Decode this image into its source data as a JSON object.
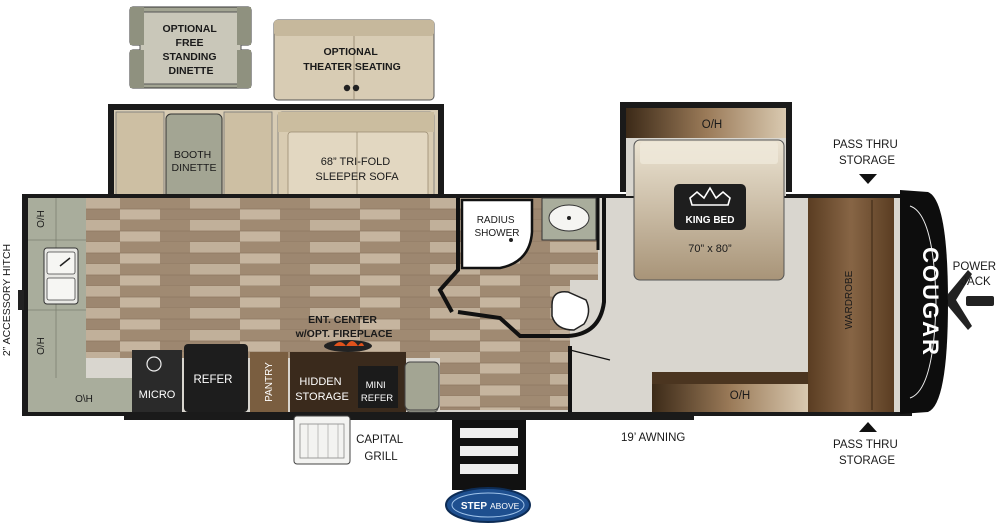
{
  "labels": {
    "optional_dinette": [
      "OPTIONAL",
      "FREE",
      "STANDING",
      "DINETTE"
    ],
    "optional_theater": [
      "OPTIONAL",
      "THEATER SEATING"
    ],
    "booth_dinette": [
      "BOOTH",
      "DINETTE"
    ],
    "sofa": [
      "68” TRI-FOLD",
      "SLEEPER SOFA"
    ],
    "radius_shower": [
      "RADIUS",
      "SHOWER"
    ],
    "overhead": "O/H",
    "overhead_rear": "O\\H",
    "king_bed": "KING BED",
    "king_bed_size": "70” x 80”",
    "wardrobe": "WARDROBE",
    "pass_thru_top": [
      "PASS THRU",
      "STORAGE"
    ],
    "pass_thru_bottom": [
      "PASS THRU",
      "STORAGE"
    ],
    "power_jack": [
      "POWER",
      "JACK"
    ],
    "accessory_hitch": "2” ACCESSORY HITCH",
    "ent_center": [
      "ENT. CENTER",
      "w/OPT. FIREPLACE"
    ],
    "micro": "MICRO",
    "refer": "REFER",
    "pantry": "PANTRY",
    "hidden_storage": [
      "HIDDEN",
      "STORAGE"
    ],
    "mini_refer": [
      "MINI",
      "REFER"
    ],
    "capital_grill": [
      "CAPITAL",
      "GRILL"
    ],
    "awning": "19’ AWNING",
    "logo": [
      "STEP",
      "ABOVE"
    ],
    "brand_cap": "COUGAR"
  },
  "colors": {
    "floor_light": "#b8a58e",
    "floor_dark": "#7a6550",
    "carpet": "#d9d6cf",
    "kitchen": "#a9ad9c",
    "cushion": "#d8ccb4",
    "seat_dark": "#a3a593",
    "wardrobe": "#6e4e2d",
    "wall": "#111111",
    "cap": "#0d0d0d"
  }
}
